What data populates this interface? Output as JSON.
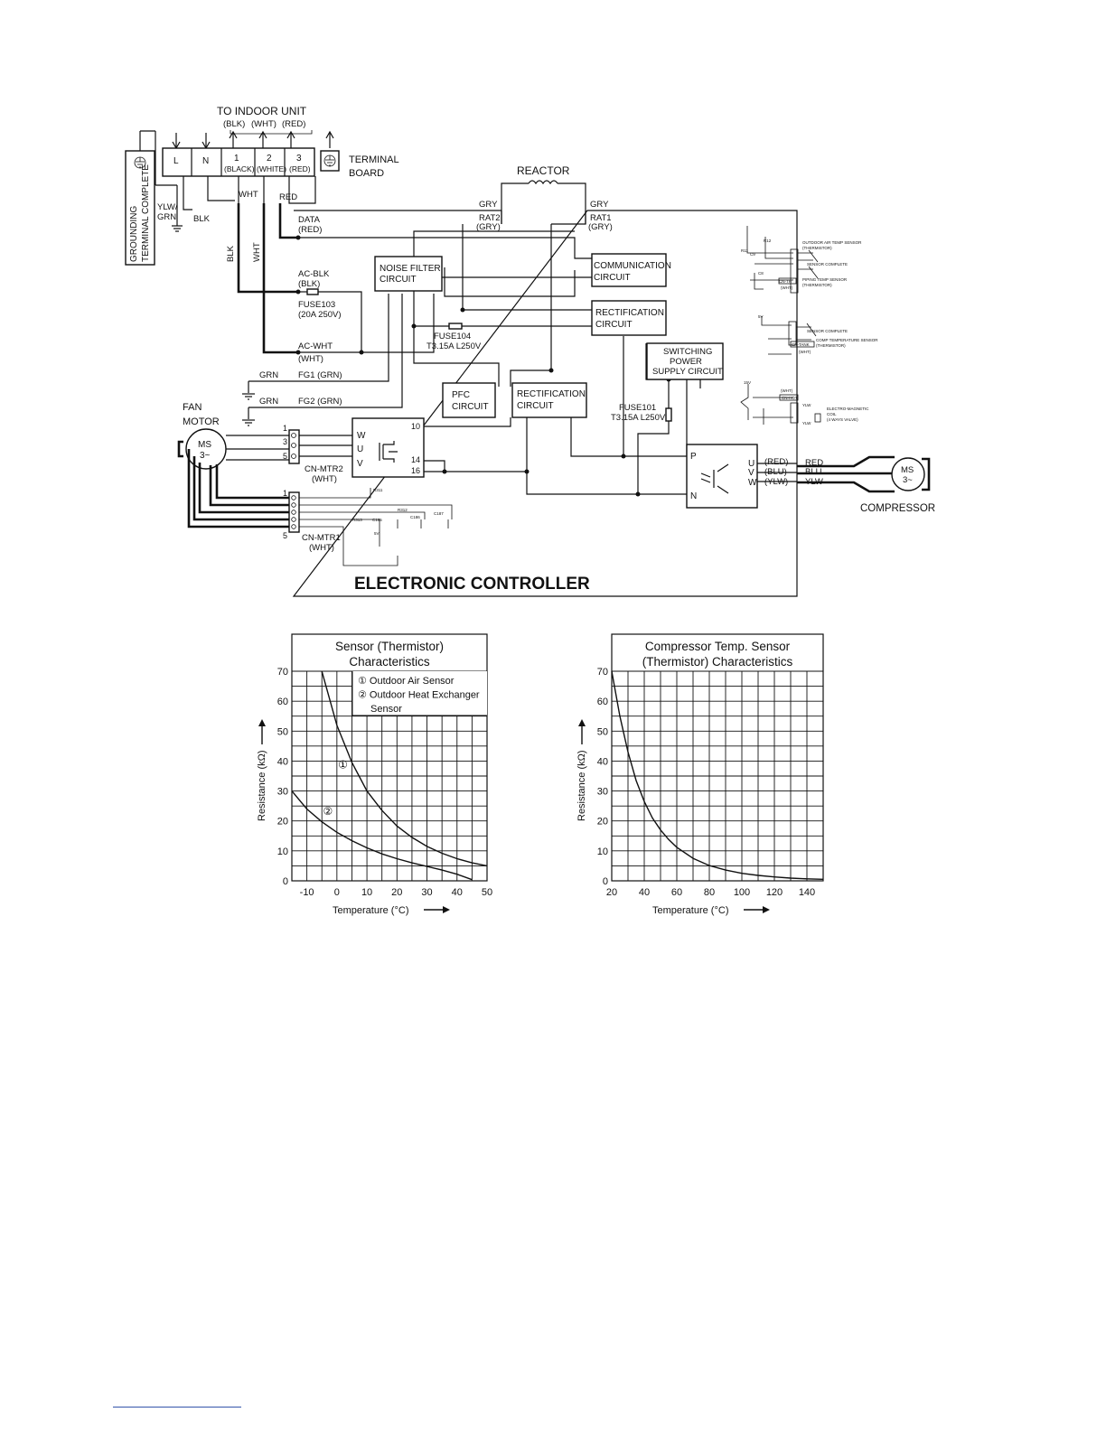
{
  "wiring": {
    "to_indoor": "TO INDOOR UNIT",
    "to_indoor_colors": [
      "(BLK)",
      "(WHT)",
      "(RED)"
    ],
    "terminal_board": [
      "TERMINAL",
      "BOARD"
    ],
    "terminals": [
      {
        "num": "L",
        "sub": ""
      },
      {
        "num": "N",
        "sub": ""
      },
      {
        "num": "1",
        "sub": "(BLACK)"
      },
      {
        "num": "2",
        "sub": "(WHITE)"
      },
      {
        "num": "3",
        "sub": "(RED)"
      }
    ],
    "grounding": [
      "GROUNDING",
      "TERMINAL COMPLETE"
    ],
    "ylw_grn": [
      "YLW/",
      "GRN"
    ],
    "blk": "BLK",
    "wht": "WHT",
    "red": "RED",
    "grn": "GRN",
    "reactor": "REACTOR",
    "gry": "GRY",
    "rat2": [
      "RAT2",
      "(GRY)"
    ],
    "rat1": [
      "RAT1",
      "(GRY)"
    ],
    "data": [
      "DATA",
      "(RED)"
    ],
    "ac_blk": [
      "AC-BLK",
      "(BLK)"
    ],
    "fuse103": [
      "FUSE103",
      "(20A 250V)"
    ],
    "ac_wht": [
      "AC-WHT",
      "(WHT)"
    ],
    "fg1": "FG1 (GRN)",
    "fg2": "FG2 (GRN)",
    "fuse104": [
      "FUSE104",
      "T3.15A L250V"
    ],
    "fuse101": [
      "FUSE101",
      "T3.15A L250V"
    ],
    "noise_filter": [
      "NOISE FILTER",
      "CIRCUIT"
    ],
    "communication": [
      "COMMUNICATION",
      "CIRCUIT"
    ],
    "rectification": [
      "RECTIFICATION",
      "CIRCUIT"
    ],
    "switching": [
      "SWITCHING",
      "POWER",
      "SUPPLY CIRCUIT"
    ],
    "pfc": [
      "PFC",
      "CIRCUIT"
    ],
    "fan_motor": [
      "FAN",
      "MOTOR"
    ],
    "ms": [
      "MS",
      "3~"
    ],
    "wuv": [
      "W",
      "U",
      "V"
    ],
    "pins_left": [
      "1",
      "3",
      "5"
    ],
    "pins_right": [
      "10",
      "14",
      "16"
    ],
    "cn_mtr2": [
      "CN-MTR2",
      "(WHT)"
    ],
    "cn_mtr1": [
      "CN-MTR1",
      "(WHT)"
    ],
    "mtr1_pins": [
      "1",
      "5"
    ],
    "pn": [
      "P",
      "N"
    ],
    "uvw": [
      "U",
      "V",
      "W"
    ],
    "comp_wires_in": [
      "(RED)",
      "(BLU)",
      "(YLW)"
    ],
    "comp_wires_out": [
      "RED",
      "BLU",
      "YLW"
    ],
    "compressor": "COMPRESSOR",
    "controller": "ELECTRONIC CONTROLLER",
    "small_components": [
      "R311",
      "R312",
      "R313",
      "C185",
      "C186",
      "C187",
      "5V",
      "1k"
    ],
    "sensor_labels": {
      "outdoor_air": [
        "OUTDOOR AIR TEMP SENSOR",
        "(THERMISTOR)"
      ],
      "sensor_complete": "SENSOR COMPLETE",
      "piping": [
        "PIPING TEMP SENSOR",
        "(THERMISTOR)"
      ],
      "comp_temp": [
        "COMP TEMPERATURE SENSOR",
        "(THERMISTOR)"
      ],
      "magnetic": [
        "ELECTRO-MAGNETIC",
        "COIL",
        "(4 WAYS VALVE)"
      ],
      "cn_th": "CN-TH",
      "cn_tank": "CN-TANK",
      "cn_hot": "CN-HOT",
      "wht": "(WHT)",
      "ylw": "YLW",
      "r11": "R11",
      "r12": "R12",
      "c8": "C8",
      "c9": "C9",
      "v5": "5V",
      "v15": "15V"
    }
  },
  "chart_data": [
    {
      "type": "line",
      "title": [
        "Sensor (Thermistor)",
        "Characteristics"
      ],
      "xlabel": "Temperature (°C)",
      "ylabel": "Resistance (kΩ)",
      "xlim": [
        -15,
        50
      ],
      "ylim": [
        0,
        70
      ],
      "xticks": [
        -10,
        0,
        10,
        20,
        30,
        40,
        50
      ],
      "yticks": [
        0,
        10,
        20,
        30,
        40,
        50,
        60,
        70
      ],
      "grid": true,
      "legend": [
        "① Outdoor Air Sensor",
        "② Outdoor Heat Exchanger",
        "Sensor"
      ],
      "series": [
        {
          "name": "①",
          "x": [
            -5,
            0,
            5,
            10,
            15,
            20,
            25,
            30,
            35,
            40,
            45,
            50
          ],
          "y": [
            70,
            52,
            39.5,
            30,
            23.5,
            18.3,
            14.5,
            11.5,
            9.2,
            7.4,
            6,
            5
          ]
        },
        {
          "name": "②",
          "x": [
            -15,
            -10,
            -5,
            0,
            5,
            10,
            15,
            20,
            25,
            30,
            35,
            40,
            45
          ],
          "y": [
            30,
            24,
            19.7,
            16.2,
            13.4,
            11,
            9,
            7.4,
            6,
            4.8,
            3.6,
            2.2,
            0.4
          ]
        }
      ]
    },
    {
      "type": "line",
      "title": [
        "Compressor Temp. Sensor",
        "(Thermistor) Characteristics"
      ],
      "xlabel": "Temperature (°C)",
      "ylabel": "Resistance (kΩ)",
      "xlim": [
        20,
        150
      ],
      "ylim": [
        0,
        70
      ],
      "xticks": [
        20,
        40,
        60,
        80,
        100,
        120,
        140
      ],
      "yticks": [
        0,
        10,
        20,
        30,
        40,
        50,
        60,
        70
      ],
      "grid": true,
      "series": [
        {
          "name": "",
          "x": [
            20,
            25,
            30,
            35,
            40,
            45,
            50,
            55,
            60,
            70,
            80,
            90,
            100,
            110,
            120,
            130,
            140,
            150
          ],
          "y": [
            70,
            55,
            43,
            33.5,
            26.5,
            21,
            17,
            13.8,
            11.2,
            7.5,
            5.1,
            3.6,
            2.5,
            1.8,
            1.3,
            0.9,
            0.65,
            0.5
          ]
        }
      ]
    }
  ]
}
